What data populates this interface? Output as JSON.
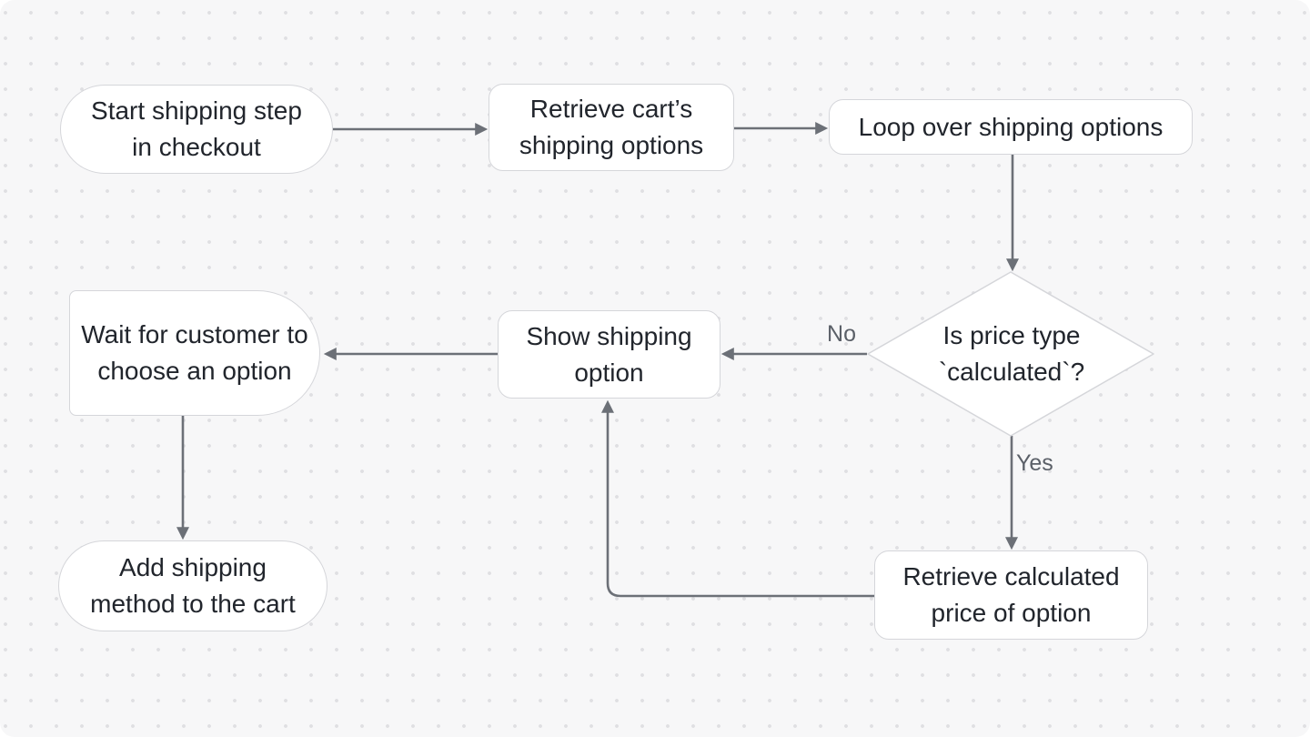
{
  "flowchart": {
    "nodes": {
      "start": {
        "shape": "stadium",
        "label": "Start shipping step\nin checkout"
      },
      "retrieve_options": {
        "shape": "rounded-rect",
        "label": "Retrieve cart’s\nshipping options"
      },
      "loop_options": {
        "shape": "rounded-rect",
        "label": "Loop over shipping options"
      },
      "price_type_decision": {
        "shape": "diamond",
        "label": "Is price type\n`calculated`?"
      },
      "show_option": {
        "shape": "rounded-rect",
        "label": "Show shipping\noption"
      },
      "retrieve_price": {
        "shape": "rounded-rect",
        "label": "Retrieve calculated\nprice of option"
      },
      "wait_customer": {
        "shape": "delay",
        "label": "Wait for customer to\nchoose an option"
      },
      "add_method": {
        "shape": "stadium",
        "label": "Add shipping\nmethod to the cart"
      }
    },
    "edges": [
      {
        "from": "start",
        "to": "retrieve_options",
        "label": ""
      },
      {
        "from": "retrieve_options",
        "to": "loop_options",
        "label": ""
      },
      {
        "from": "loop_options",
        "to": "price_type_decision",
        "label": ""
      },
      {
        "from": "price_type_decision",
        "to": "show_option",
        "label": "No"
      },
      {
        "from": "price_type_decision",
        "to": "retrieve_price",
        "label": "Yes"
      },
      {
        "from": "retrieve_price",
        "to": "show_option",
        "label": ""
      },
      {
        "from": "show_option",
        "to": "wait_customer",
        "label": ""
      },
      {
        "from": "wait_customer",
        "to": "add_method",
        "label": ""
      }
    ],
    "colors": {
      "canvas_bg": "#f7f7f8",
      "dot": "#dfdfe2",
      "node_fill": "#ffffff",
      "node_border": "#d5d6da",
      "edge": "#6c7077",
      "node_text": "#21252c",
      "edge_label_text": "#5b6068"
    }
  }
}
